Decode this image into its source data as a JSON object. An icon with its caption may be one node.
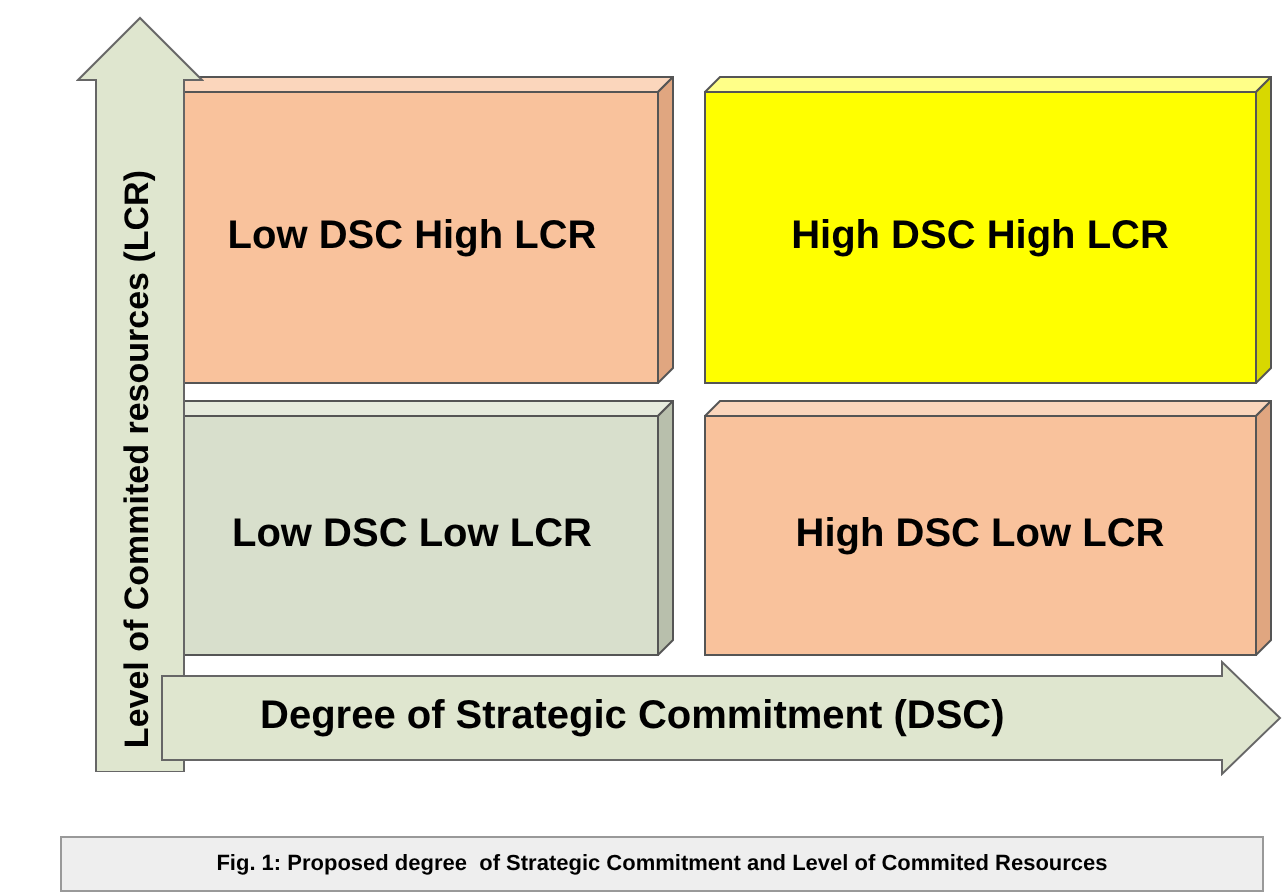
{
  "diagram": {
    "caption": "Fig. 1: Proposed degree  of Strategic Commitment and Level of Commited Resources",
    "nodes": [
      {
        "text": [
          "Low DSC High LCR"
        ]
      },
      {
        "text": [
          "High DSC High LCR"
        ]
      },
      {
        "text": [
          "Low DSC Low LCR"
        ]
      },
      {
        "text": [
          "High DSC Low LCR"
        ]
      },
      {
        "text": [
          "Level of Commited resources (LCR)"
        ]
      },
      {
        "text": [
          "Degree of Strategic Commitment (DSC)"
        ]
      }
    ],
    "edges": []
  }
}
